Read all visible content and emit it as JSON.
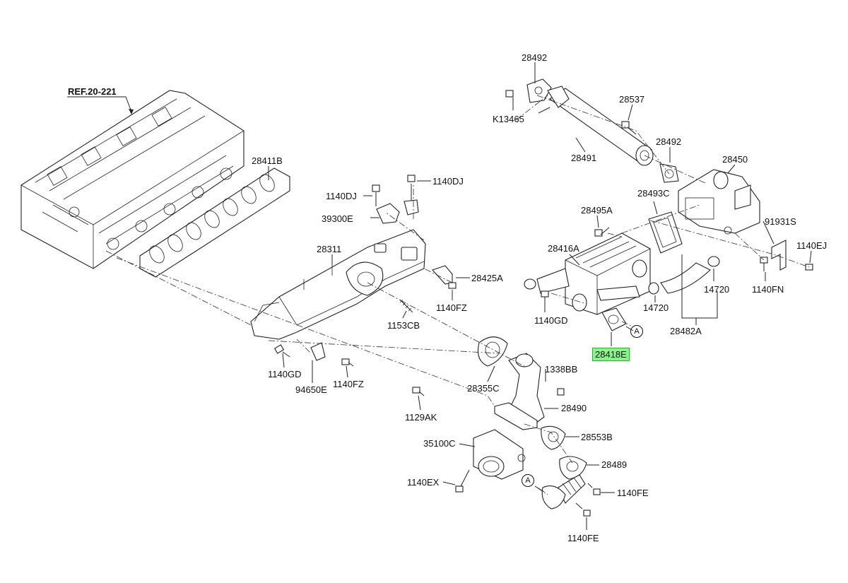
{
  "reference": "REF.20-221",
  "highlighted_part": "28418E",
  "callouts": {
    "p28492_top": "28492",
    "k13465": "K13465",
    "p28537": "28537",
    "p28491": "28491",
    "p28492_mid": "28492",
    "p28450": "28450",
    "p28493c": "28493C",
    "p28495a": "28495A",
    "p91931s": "91931S",
    "p1140ej": "1140EJ",
    "p28416a": "28416A",
    "p1140fn": "1140FN",
    "p14720_right": "14720",
    "p14720_left": "14720",
    "p1140gd_right": "1140GD",
    "p28482a": "28482A",
    "p28418e": "28418E",
    "p28411b": "28411B",
    "p1140dj_left": "1140DJ",
    "p1140dj_right": "1140DJ",
    "p39300e": "39300E",
    "p28311": "28311",
    "p28425a": "28425A",
    "p1140fz_right": "1140FZ",
    "p1153cb": "1153CB",
    "p1140gd_left": "1140GD",
    "p94650e": "94650E",
    "p1140fz_left": "1140FZ",
    "p1129ak": "1129AK",
    "p1338bb": "1338BB",
    "p28355c": "28355C",
    "p28490": "28490",
    "p28553b": "28553B",
    "p35100c": "35100C",
    "p28489": "28489",
    "p1140ex": "1140EX",
    "p1140fe_right": "1140FE",
    "p1140fe_bottom": "1140FE"
  },
  "connector_marks": {
    "a_right": "A",
    "a_bottom": "A"
  }
}
